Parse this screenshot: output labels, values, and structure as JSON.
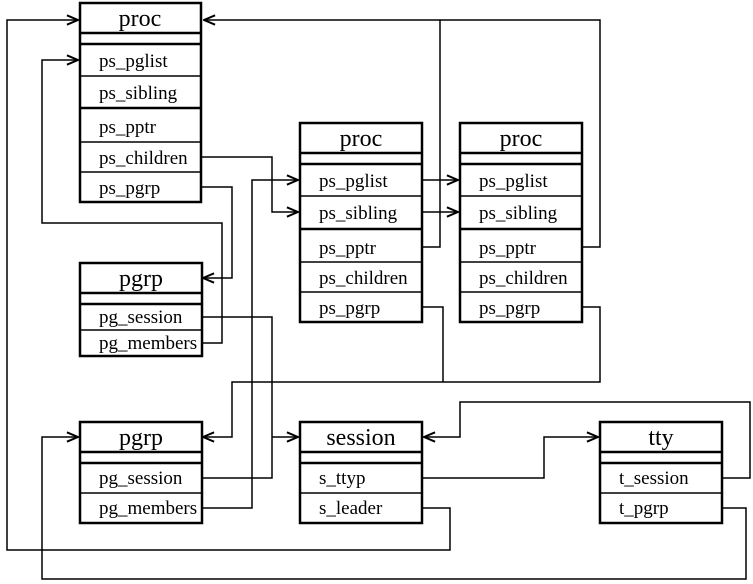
{
  "diagram": {
    "title_implied": "process groups, sessions and controlling terminal structures",
    "line_color": "#000000",
    "background_color": "#ffffff",
    "boxes": [
      {
        "id": "proc1",
        "title": "proc",
        "fields": [
          "ps_pglist",
          "ps_sibling",
          "ps_pptr",
          "ps_children",
          "ps_pgrp"
        ]
      },
      {
        "id": "proc2",
        "title": "proc",
        "fields": [
          "ps_pglist",
          "ps_sibling",
          "ps_pptr",
          "ps_children",
          "ps_pgrp"
        ]
      },
      {
        "id": "proc3",
        "title": "proc",
        "fields": [
          "ps_pglist",
          "ps_sibling",
          "ps_pptr",
          "ps_children",
          "ps_pgrp"
        ]
      },
      {
        "id": "pgrp1",
        "title": "pgrp",
        "fields": [
          "pg_session",
          "pg_members"
        ]
      },
      {
        "id": "pgrp2",
        "title": "pgrp",
        "fields": [
          "pg_session",
          "pg_members"
        ]
      },
      {
        "id": "session",
        "title": "session",
        "fields": [
          "s_ttyp",
          "s_leader"
        ]
      },
      {
        "id": "tty",
        "title": "tty",
        "fields": [
          "t_session",
          "t_pgrp"
        ]
      }
    ],
    "edges": [
      {
        "from": "session.s_leader",
        "to": "proc1"
      },
      {
        "from": "proc2.ps_pptr",
        "to": "proc1"
      },
      {
        "from": "proc3.ps_pptr",
        "to": "proc1"
      },
      {
        "from": "pgrp1.pg_members",
        "to": "proc1.ps_pglist"
      },
      {
        "from": "proc1.ps_pgrp",
        "to": "pgrp1"
      },
      {
        "from": "proc1.ps_children",
        "to": "proc2.ps_sibling"
      },
      {
        "from": "pgrp2.pg_members",
        "to": "proc2.ps_pglist"
      },
      {
        "from": "proc2.ps_pglist",
        "to": "proc3.ps_pglist"
      },
      {
        "from": "proc2.ps_sibling",
        "to": "proc3.ps_sibling"
      },
      {
        "from": "proc2.ps_pgrp",
        "to": "pgrp2"
      },
      {
        "from": "proc3.ps_pgrp",
        "to": "pgrp2"
      },
      {
        "from": "pgrp1.pg_session",
        "to": "session"
      },
      {
        "from": "pgrp2.pg_session",
        "to": "session"
      },
      {
        "from": "session.s_ttyp",
        "to": "tty"
      },
      {
        "from": "tty.t_session",
        "to": "session"
      },
      {
        "from": "tty.t_pgrp",
        "to": "pgrp2"
      }
    ]
  }
}
